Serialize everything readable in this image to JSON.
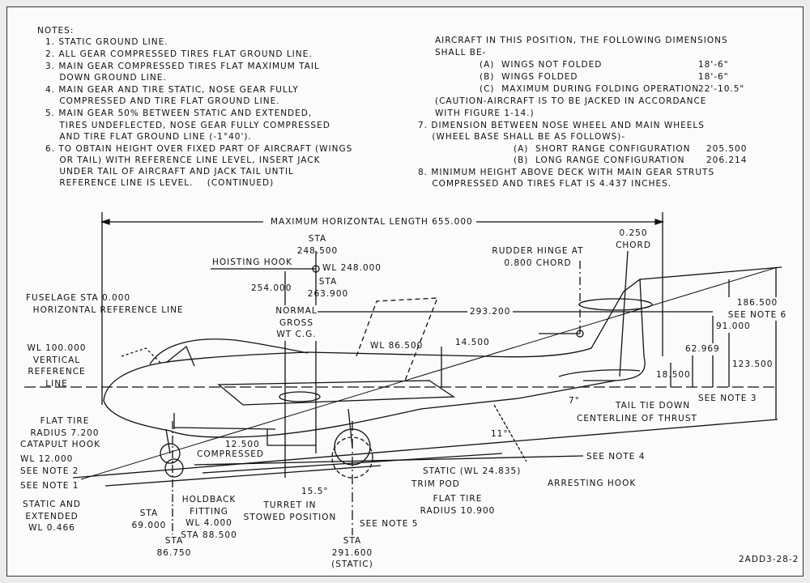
{
  "notes": {
    "title": "NOTES:",
    "left": [
      "1. STATIC GROUND LINE.",
      "2. ALL GEAR COMPRESSED TIRES FLAT GROUND LINE.",
      "3. MAIN GEAR COMPRESSED TIRES FLAT MAXIMUM TAIL",
      "    DOWN GROUND LINE.",
      "4. MAIN GEAR AND TIRE STATIC, NOSE GEAR FULLY",
      "    COMPRESSED AND TIRE FLAT GROUND LINE.",
      "5. MAIN GEAR 50% BETWEEN STATIC AND EXTENDED,",
      "    TIRES UNDEFLECTED, NOSE GEAR FULLY COMPRESSED",
      "    AND TIRE FLAT GROUND LINE (-1°40').",
      "6. TO OBTAIN HEIGHT OVER FIXED PART OF AIRCRAFT (WINGS",
      "    OR TAIL) WITH REFERENCE LINE LEVEL, INSERT JACK",
      "    UNDER TAIL OF AIRCRAFT AND JACK TAIL UNTIL",
      "    REFERENCE LINE IS LEVEL.    (CONTINUED)"
    ],
    "right_intro": [
      "AIRCRAFT IN THIS POSITION, THE FOLLOWING DIMENSIONS",
      "SHALL BE-"
    ],
    "heights": [
      {
        "label": "(A)  WINGS NOT FOLDED",
        "value": "18'-6\""
      },
      {
        "label": "(B)  WINGS FOLDED",
        "value": "18'-6\""
      },
      {
        "label": "(C)  MAXIMUM DURING FOLDING OPERATION",
        "value": "22'-10.5\""
      }
    ],
    "caution": [
      "(CAUTION-AIRCRAFT IS TO BE JACKED IN ACCORDANCE",
      "WITH FIGURE 1-14.)"
    ],
    "note7": [
      "7. DIMENSION BETWEEN NOSE WHEEL AND MAIN WHEELS",
      "    (WHEEL BASE SHALL BE AS FOLLOWS)-"
    ],
    "wheelbase": [
      {
        "label": "(A)  SHORT RANGE CONFIGURATION",
        "value": "205.500"
      },
      {
        "label": "(B)  LONG RANGE CONFIGURATION",
        "value": "206.214"
      }
    ],
    "note8": [
      "8. MINIMUM HEIGHT ABOVE DECK WITH MAIN GEAR STRUTS",
      "    COMPRESSED AND TIRES FLAT IS 4.437 INCHES."
    ]
  },
  "labels": {
    "max_length": "MAXIMUM HORIZONTAL LENGTH 655.000",
    "sta_248": "STA\n248.500",
    "hoisting_hook": "HOISTING HOOK",
    "wl_248": "WL 248.000",
    "dim_254": "254.000",
    "sta_263": "STA\n263.900",
    "fuselage_sta": "FUSELAGE STA 0.000\n  HORIZONTAL REFERENCE LINE",
    "cg": "NORMAL\nGROSS\nWT C.G.",
    "dim_293": "293.200",
    "chord_025": "0.250\nCHORD",
    "rudder_hinge": "RUDDER HINGE AT\n0.800 CHORD",
    "dim_186": "186.500\nSEE NOTE 6",
    "dim_91": "91.000",
    "dim_62": "62.969",
    "dim_123": "123.500",
    "dim_18": "18.500",
    "wl_100": "WL 100.000\nVERTICAL\nREFERENCE\nLINE",
    "wl_86": "WL 86.500",
    "dim_14": "14.500",
    "tail_tie_down": "TAIL TIE DOWN",
    "see_note_3": "SEE NOTE 3",
    "angle_7": "7°",
    "centerline_thrust": "CENTERLINE OF THRUST",
    "flat_tire_nose": "FLAT TIRE\nRADIUS 7.200",
    "catapult_hook": "CATAPULT HOOK",
    "wl_12": "WL 12.000",
    "dim_12_5": "12.500",
    "compressed": "COMPRESSED",
    "see_note_2": "SEE NOTE 2",
    "see_note_1": "SEE NOTE 1",
    "static_extended": "STATIC AND\nEXTENDED\nWL 0.466",
    "sta_69": "STA\n69.000",
    "holdback": "HOLDBACK\nFITTING\nWL 4.000\nSTA 88.500",
    "sta_86": "STA\n86.750",
    "angle_15": "15.5°",
    "turret": "TURRET IN\nSTOWED POSITION",
    "see_note_5": "SEE NOTE 5",
    "sta_291": "STA\n291.600\n(STATIC)",
    "static_wl": "STATIC (WL 24.835)",
    "trim_pod": "TRIM POD",
    "flat_tire_main": "FLAT TIRE\nRADIUS 10.900",
    "angle_11": "11°",
    "see_note_4": "SEE NOTE 4",
    "arresting_hook": "ARRESTING HOOK",
    "figure_id": "2ADD3-28-2"
  }
}
